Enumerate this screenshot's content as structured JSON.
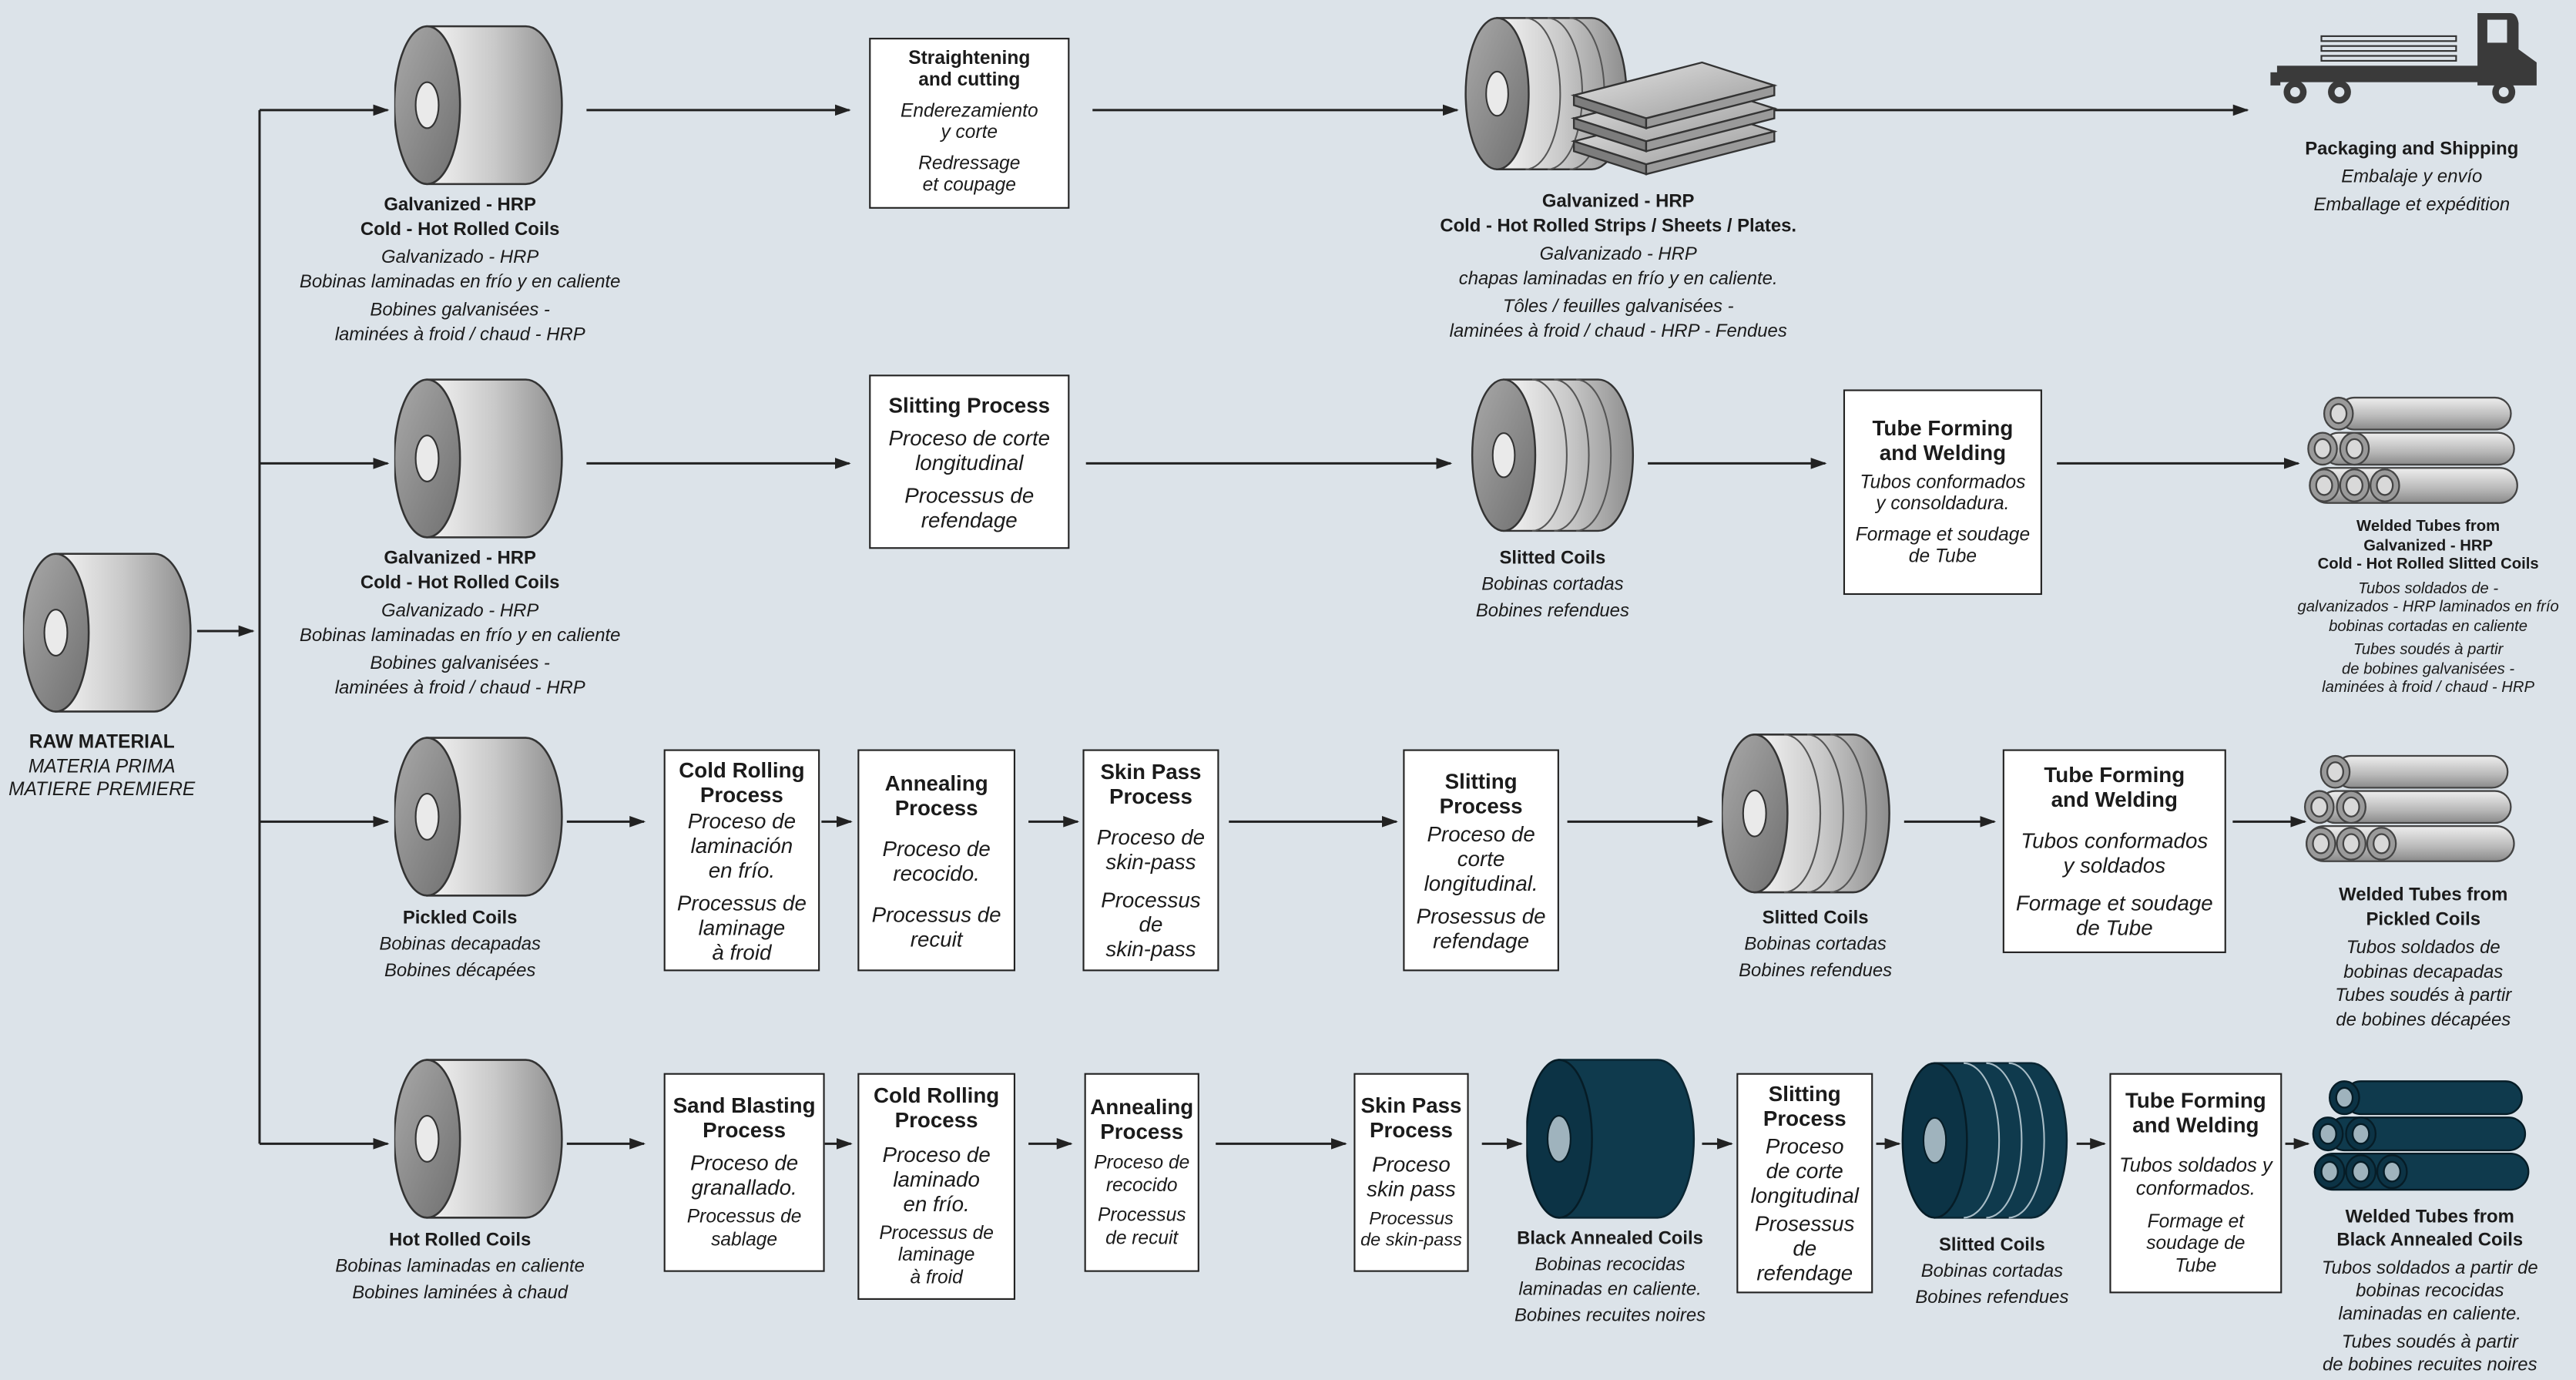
{
  "raw_material": {
    "title": "RAW MATERIAL",
    "es": "MATERIA PRIMA",
    "fr": "MATIERE PREMIERE"
  },
  "row1": {
    "input": {
      "title1": "Galvanized - HRP",
      "title2": "Cold - Hot Rolled Coils",
      "es1": "Galvanizado - HRP",
      "es2": "Bobinas laminadas en frío y en caliente",
      "fr1": "Bobines galvanisées -",
      "fr2": "laminées à froid / chaud - HRP"
    },
    "process": {
      "title": "Straightening\nand cutting",
      "es": "Enderezamiento\ny corte",
      "fr": "Redressage\net coupage"
    },
    "output": {
      "title1": "Galvanized - HRP",
      "title2": "Cold - Hot Rolled Strips / Sheets / Plates.",
      "es1": "Galvanizado - HRP",
      "es2": "chapas laminadas en frío y en caliente.",
      "fr1": "Tôles / feuilles galvanisées -",
      "fr2": "laminées à froid / chaud - HRP - Fendues"
    },
    "final": {
      "title": "Packaging and Shipping",
      "es": "Embalaje y envío",
      "fr": "Emballage et expédition"
    }
  },
  "row2": {
    "input": {
      "title1": "Galvanized - HRP",
      "title2": "Cold - Hot Rolled Coils",
      "es1": "Galvanizado - HRP",
      "es2": "Bobinas laminadas en frío y en caliente",
      "fr1": "Bobines galvanisées -",
      "fr2": "laminées à froid / chaud - HRP"
    },
    "process": {
      "title": "Slitting Process",
      "es": "Proceso de corte\nlongitudinal",
      "fr": "Processus de\nrefendage"
    },
    "slitted": {
      "title": "Slitted Coils",
      "es": "Bobinas cortadas",
      "fr": "Bobines refendues"
    },
    "forming": {
      "title": "Tube Forming\nand Welding",
      "es": "Tubos conformados\ny consoldadura.",
      "fr": "Formage et soudage\nde Tube"
    },
    "final": {
      "title1": "Welded Tubes from",
      "title2": "Galvanized - HRP",
      "title3": "Cold - Hot Rolled Slitted Coils",
      "es1": "Tubos soldados de -",
      "es2": "galvanizados - HRP laminados en frío",
      "es3": "bobinas cortadas en caliente",
      "fr1": "Tubes soudés à partir",
      "fr2": "de bobines galvanisées -",
      "fr3": "laminées à froid / chaud - HRP"
    }
  },
  "row3": {
    "input": {
      "title": "Pickled Coils",
      "es": "Bobinas decapadas",
      "fr": "Bobines décapées"
    },
    "p1": {
      "title": "Cold Rolling\nProcess",
      "es": "Proceso de\nlaminación\nen frío.",
      "fr": "Processus de\nlaminage\nà froid"
    },
    "p2": {
      "title": "Annealing\nProcess",
      "es": "Proceso de\nrecocido.",
      "fr": "Processus de\nrecuit"
    },
    "p3": {
      "title": "Skin Pass\nProcess",
      "es": "Proceso de\nskin-pass",
      "fr": "Processus de\nskin-pass"
    },
    "p4": {
      "title": "Slitting\nProcess",
      "es": "Proceso de\ncorte\nlongitudinal.",
      "fr": "Prosessus de\nrefendage"
    },
    "slitted": {
      "title": "Slitted Coils",
      "es": "Bobinas cortadas",
      "fr": "Bobines refendues"
    },
    "forming": {
      "title": "Tube Forming\nand Welding",
      "es": "Tubos conformados\ny soldados",
      "fr": "Formage et soudage\nde Tube"
    },
    "final": {
      "title1": "Welded Tubes from",
      "title2": "Pickled Coils",
      "es1": "Tubos soldados de",
      "es2": "bobinas decapadas",
      "fr1": "Tubes soudés à partir",
      "fr2": "de bobines décapées"
    }
  },
  "row4": {
    "input": {
      "title": "Hot Rolled Coils",
      "es": "Bobinas laminadas en caliente",
      "fr": "Bobines laminées à chaud"
    },
    "p1": {
      "title": "Sand Blasting\nProcess",
      "es": "Proceso de\ngranallado.",
      "fr": "Processus de\nsablage"
    },
    "p2": {
      "title": "Cold Rolling\nProcess",
      "es": "Proceso de\nlaminado\nen frío.",
      "fr": "Processus de\nlaminage\nà froid"
    },
    "p3": {
      "title": "Annealing\nProcess",
      "es": "Proceso de\nrecocido",
      "fr": "Processus\nde recuit"
    },
    "p4": {
      "title": "Skin Pass\nProcess",
      "es": "Proceso\nskin pass",
      "fr": "Processus\nde skin-pass"
    },
    "black": {
      "title": "Black Annealed Coils",
      "es1": "Bobinas recocidas",
      "es2": "laminadas en caliente.",
      "fr": "Bobines recuites noires"
    },
    "p5": {
      "title": "Slitting\nProcess",
      "es": "Proceso\nde corte\nlongitudinal",
      "fr": "Prosessus de\nrefendage"
    },
    "slitted": {
      "title": "Slitted Coils",
      "es": "Bobinas cortadas",
      "fr": "Bobines refendues"
    },
    "forming": {
      "title": "Tube Forming\nand Welding",
      "es": "Tubos soldados y\nconformados.",
      "fr": "Formage et\nsoudage de\nTube"
    },
    "final": {
      "title1": "Welded Tubes from",
      "title2": "Black Annealed Coils",
      "es1": "Tubos soldados a partir de",
      "es2": "bobinas recocidas",
      "es3": "laminadas en caliente.",
      "fr1": "Tubes soudés à partir",
      "fr2": "de bobines recuites noires"
    }
  },
  "colors": {
    "background": "#dce3e9",
    "dark_coil": "#0f3a4d",
    "line": "#222222"
  }
}
